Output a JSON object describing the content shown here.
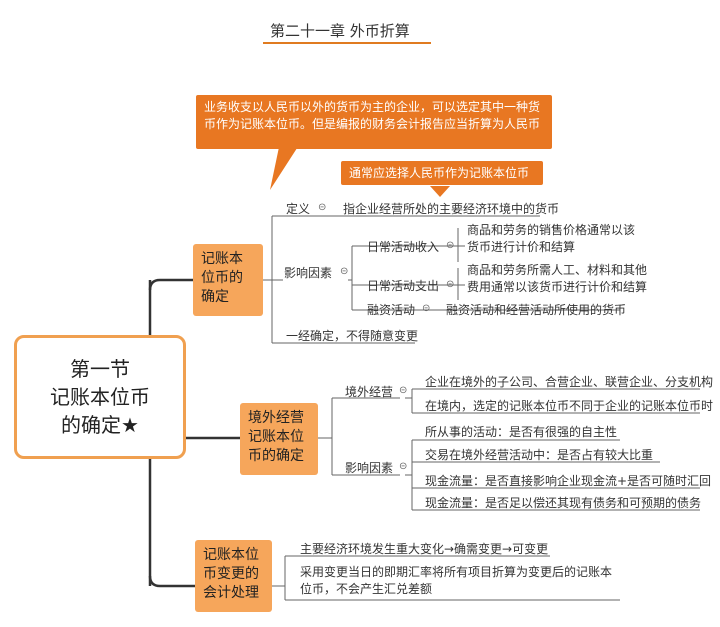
{
  "title": "第二十一章 外币折算",
  "root": {
    "line1": "第一节",
    "line2": "记账本位币",
    "line3": "的确定★"
  },
  "callouts": {
    "main": "业务收支以人民币以外的货币为主的企业，可以选定其中一种货币作为记账本位币。但是编报的财务会计报告应当折算为人民币",
    "rmb": "通常应选择人民币作为记账本位币"
  },
  "branches": {
    "b1": {
      "label": "记账本位币的确定",
      "definition": {
        "label": "定义",
        "text": "指企业经营所处的主要经济环境中的货币"
      },
      "factors": {
        "label": "影响因素",
        "income": {
          "label": "日常活动收入",
          "text": "商品和劳务的销售价格通常以该货币进行计价和结算"
        },
        "expense": {
          "label": "日常活动支出",
          "text": "商品和劳务所需人工、材料和其他费用通常以该货币进行计价和结算"
        },
        "financing": {
          "label": "融资活动",
          "text": "融资活动和经营活动所使用的货币"
        }
      },
      "note": "一经确定，不得随意变更"
    },
    "b2": {
      "label": "境外经营记账本位币的确定",
      "ops": {
        "label": "境外经营",
        "items": [
          "企业在境外的子公司、合营企业、联营企业、分支机构",
          "在境内，选定的记账本位币不同于企业的记账本位币时"
        ]
      },
      "factors": {
        "label": "影响因素",
        "items": [
          "所从事的活动：是否有很强的自主性",
          "交易在境外经营活动中：是否占有较大比重",
          "现金流量：是否直接影响企业现金流+是否可随时汇回",
          "现金流量：是否足以偿还其现有债务和可预期的债务"
        ]
      }
    },
    "b3": {
      "label": "记账本位币变更的会计处理",
      "items": [
        "主要经济环境发生重大变化→确需变更→可变更",
        "采用变更当日的即期汇率将所有项目折算为变更后的记账本位币，不会产生汇兑差额"
      ]
    }
  },
  "colors": {
    "accent": "#e87722",
    "box": "#f6a65b",
    "line": "#f0a050",
    "dark_line": "#333333"
  }
}
